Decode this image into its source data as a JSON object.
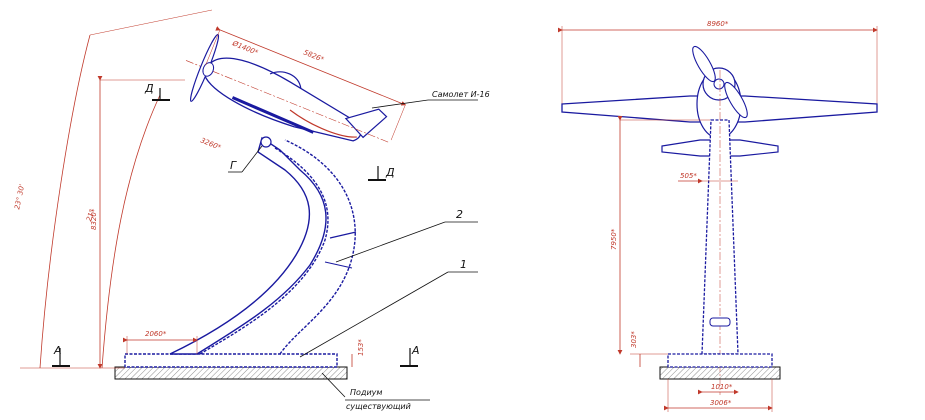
{
  "side_view": {
    "dim_plane_length": "5826*",
    "dim_prop_diameter": "Ø1400*",
    "dim_pivot_offset": "3260*",
    "dim_angle_outer": "23° 30'",
    "dim_angle_inner": "21°",
    "dim_height": "8320*",
    "dim_base_width": "2060*",
    "dim_base_height": "153*",
    "label_plane": "Самолет И-16",
    "label_section_top": "Д",
    "label_section_bottom": "Д",
    "label_section_left": "А",
    "label_section_right": "А",
    "label_node": "Г",
    "label_part_2": "2",
    "label_part_1": "1",
    "label_podium_1": "Подиум",
    "label_podium_2": "существующий"
  },
  "front_view": {
    "dim_wingspan": "8960*",
    "dim_column_width": "505*",
    "dim_column_height": "7950*",
    "dim_base_height": "303*",
    "dim_base_inner": "1010*",
    "dim_base_outer": "3006*"
  }
}
